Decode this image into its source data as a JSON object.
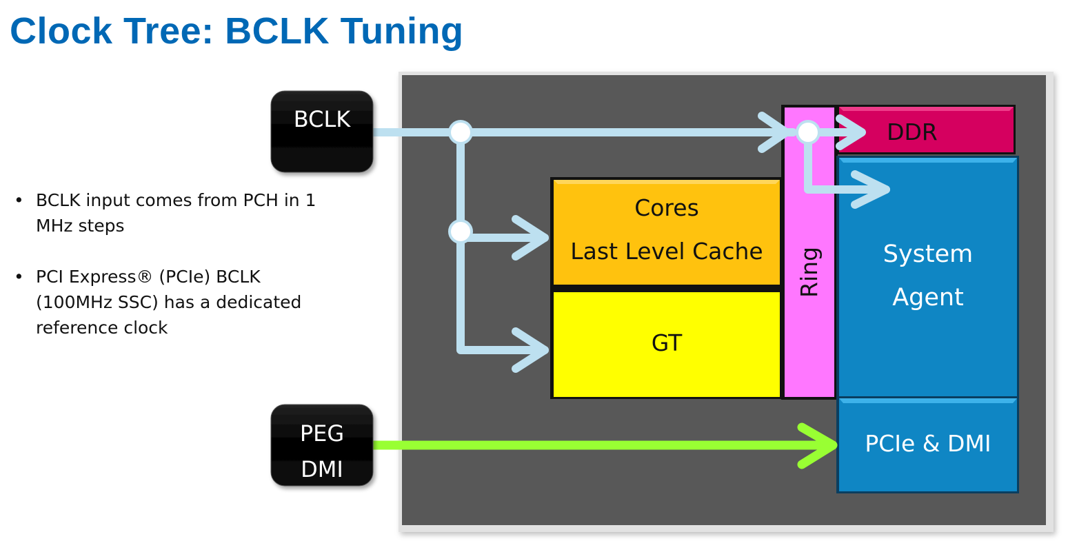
{
  "title": "Clock Tree: BCLK Tuning",
  "bullets": [
    {
      "marker": "•",
      "text": "BCLK input comes from PCH in 1 MHz steps"
    },
    {
      "marker": "•",
      "text": "PCI Express® (PCIe) BCLK (100MHz SSC) has a dedicated reference clock"
    }
  ],
  "diagram": {
    "inputs": {
      "bclk": {
        "label": "BCLK"
      },
      "peg_dmi": {
        "line1": "PEG",
        "line2": "DMI"
      }
    },
    "blocks": {
      "cores": {
        "line1": "Cores",
        "line2": "Last Level Cache"
      },
      "gt": {
        "label": "GT"
      },
      "ring": {
        "label": "Ring"
      },
      "ddr": {
        "label": "DDR"
      },
      "system_agent": {
        "line1": "System",
        "line2": "Agent"
      },
      "pcie_dmi": {
        "label": "PCIe & DMI"
      }
    },
    "colors": {
      "title": "#0068b5",
      "die": "#585858",
      "cores": "#ffc20e",
      "gt": "#ffff00",
      "ring": "#ff77ff",
      "ddr": "#d5005f",
      "system_agent": "#0f86c4",
      "bclk_line": "#bde0f0",
      "peg_line": "#99ff33"
    }
  }
}
